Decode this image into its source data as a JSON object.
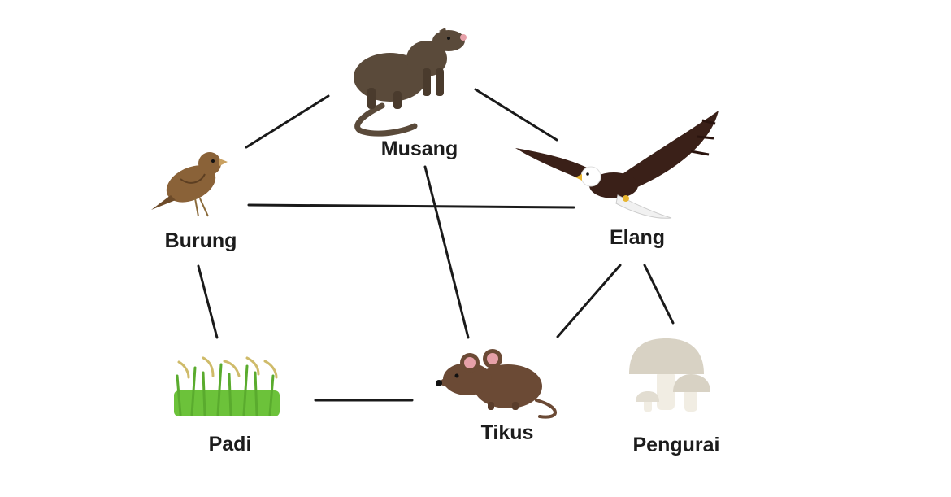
{
  "diagram": {
    "nodes": [
      {
        "id": "musang",
        "label": "Musang",
        "icon": "civet-icon"
      },
      {
        "id": "burung",
        "label": "Burung",
        "icon": "sparrow-icon"
      },
      {
        "id": "elang",
        "label": "Elang",
        "icon": "eagle-icon"
      },
      {
        "id": "padi",
        "label": "Padi",
        "icon": "rice-grass-icon"
      },
      {
        "id": "tikus",
        "label": "Tikus",
        "icon": "rat-icon"
      },
      {
        "id": "pengurai",
        "label": "Pengurai",
        "icon": "mushroom-icon"
      }
    ],
    "edges": [
      {
        "from": "burung",
        "to": "musang"
      },
      {
        "from": "musang",
        "to": "elang"
      },
      {
        "from": "burung",
        "to": "elang"
      },
      {
        "from": "musang",
        "to": "tikus"
      },
      {
        "from": "burung",
        "to": "padi"
      },
      {
        "from": "padi",
        "to": "tikus"
      },
      {
        "from": "elang",
        "to": "tikus"
      },
      {
        "from": "elang",
        "to": "pengurai"
      }
    ],
    "colors": {
      "line": "#1a1a1a",
      "civet": "#5a4a3a",
      "sparrow": "#8a6238",
      "eagle": "#3a2018",
      "grass": "#6cc23a",
      "rat": "#6b4a35",
      "mushroom": "#d8d2c4"
    }
  }
}
